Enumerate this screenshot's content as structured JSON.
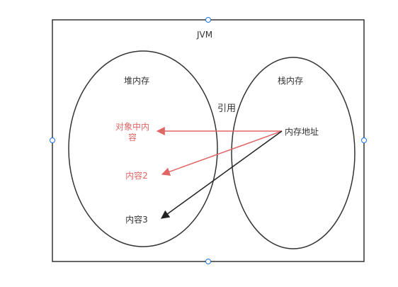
{
  "diagram": {
    "outer_box": {
      "title": "JVM"
    },
    "heap": {
      "title": "堆内存",
      "objects": [
        {
          "text_line1": "对象中内",
          "text_line2": "容",
          "color": "#e06666"
        },
        {
          "text": "内容2",
          "color": "#e06666"
        },
        {
          "text": "内容3",
          "color": "#333333"
        }
      ]
    },
    "stack": {
      "title": "栈内存",
      "item": "内存地址"
    },
    "reference_label": "引用",
    "colors": {
      "stroke": "#333333",
      "reference_red": "#e06666",
      "reference_black": "#222222",
      "handle": "#1a73e8"
    }
  }
}
